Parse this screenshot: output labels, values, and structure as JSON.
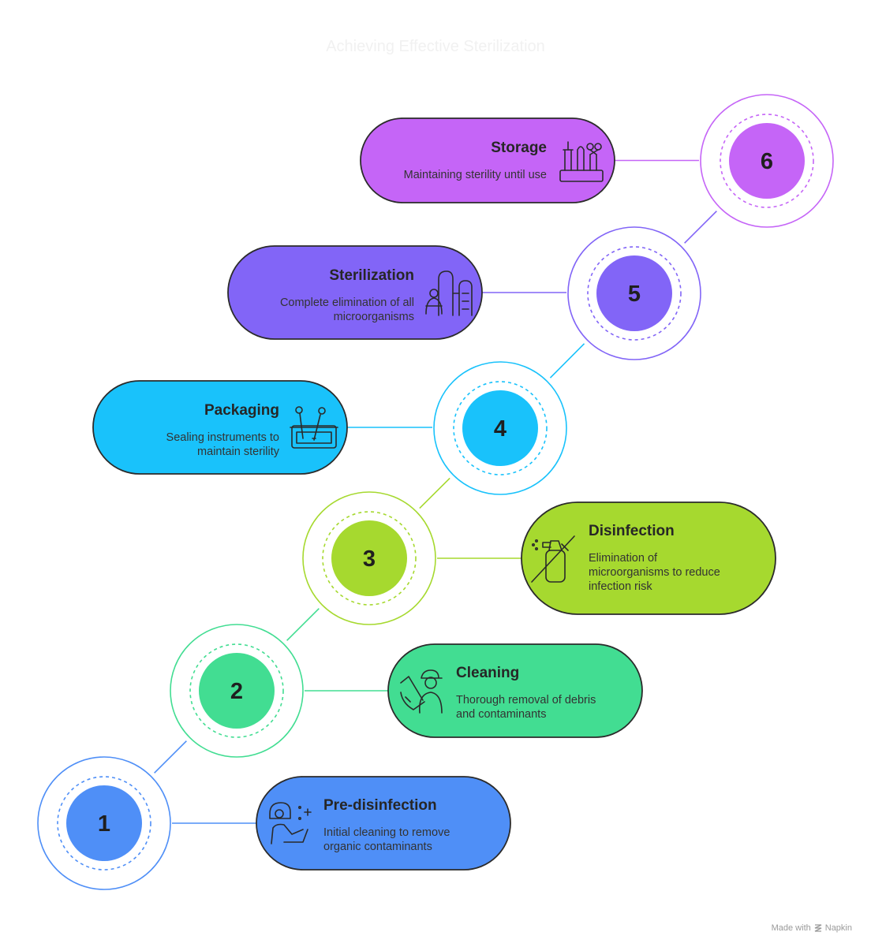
{
  "title": "Achieving Effective Sterilization",
  "steps": [
    {
      "number": "1",
      "title": "Pre-disinfection",
      "desc": [
        "Initial cleaning to remove",
        "organic contaminants"
      ],
      "color": "#4f8ff7",
      "icon": "face-shield-worker-icon"
    },
    {
      "number": "2",
      "title": "Cleaning",
      "desc": [
        "Thorough removal of debris",
        "and contaminants"
      ],
      "color": "#42dd92",
      "icon": "cleaning-worker-icon"
    },
    {
      "number": "3",
      "title": "Disinfection",
      "desc": [
        "Elimination of",
        "microorganisms to reduce",
        "infection risk"
      ],
      "color": "#a6d92f",
      "icon": "disinfectant-spray-icon"
    },
    {
      "number": "4",
      "title": "Packaging",
      "desc": [
        "Sealing instruments to",
        "maintain sterility"
      ],
      "color": "#19c2fb",
      "icon": "instrument-tray-icon"
    },
    {
      "number": "5",
      "title": "Sterilization",
      "desc": [
        "Complete elimination of all",
        "microorganisms"
      ],
      "color": "#8265f7",
      "icon": "autoclave-icon"
    },
    {
      "number": "6",
      "title": "Storage",
      "desc": [
        "Maintaining sterility until use"
      ],
      "color": "#c565f7",
      "icon": "instrument-storage-icon"
    }
  ],
  "footer": {
    "made_with": "Made with",
    "brand": "Napkin"
  }
}
